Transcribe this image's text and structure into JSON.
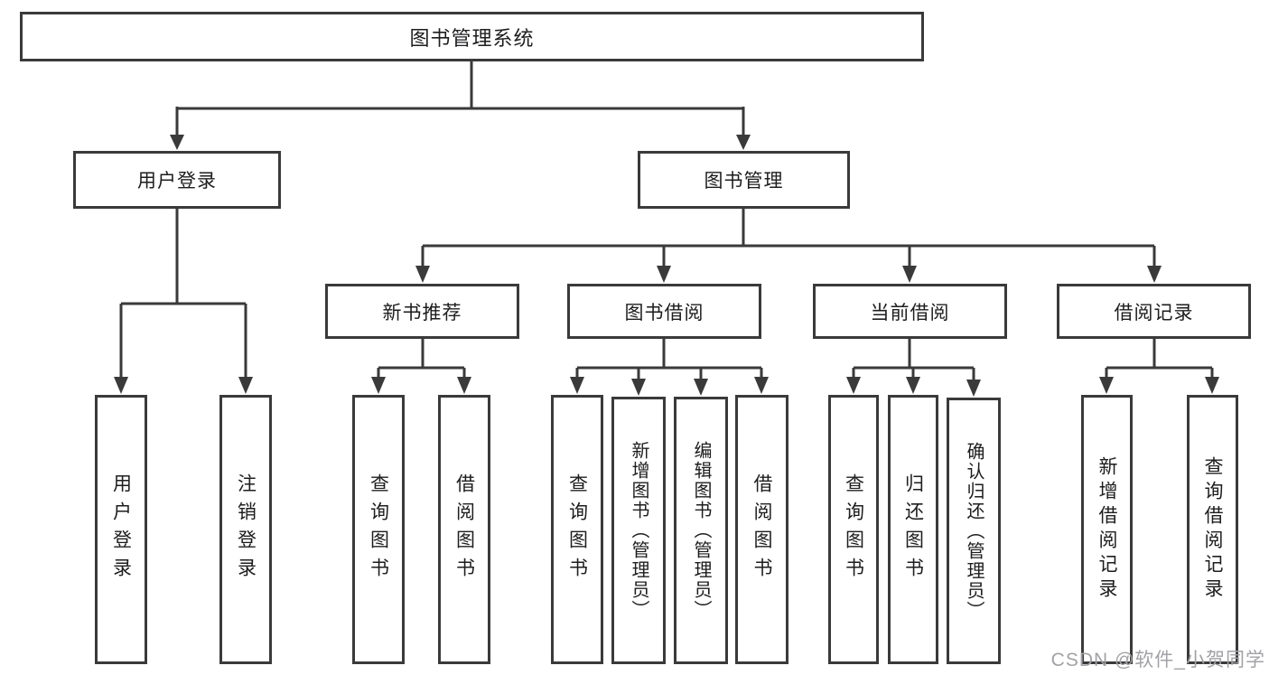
{
  "diagram": {
    "root": "图书管理系统",
    "branches": [
      {
        "label": "用户登录",
        "children": [
          "用户登录",
          "注销登录"
        ]
      },
      {
        "label": "图书管理",
        "children": [
          {
            "label": "新书推荐",
            "children": [
              "查询图书",
              "借阅图书"
            ]
          },
          {
            "label": "图书借阅",
            "children": [
              "查询图书",
              "新增图书（管理员）",
              "编辑图书（管理员）",
              "借阅图书"
            ]
          },
          {
            "label": "当前借阅",
            "children": [
              "查询图书",
              "归还图书",
              "确认归还（管理员）"
            ]
          },
          {
            "label": "借阅记录",
            "children": [
              "新增借阅记录",
              "查询借阅记录"
            ]
          }
        ]
      }
    ]
  },
  "watermark": "CSDN @软件_小贺同学",
  "colors": {
    "line": "#3a3a3a",
    "box_border": "#3a3a3a",
    "text": "#1d1d1f",
    "watermark": "#a2a2a6",
    "background": "#ffffff"
  }
}
